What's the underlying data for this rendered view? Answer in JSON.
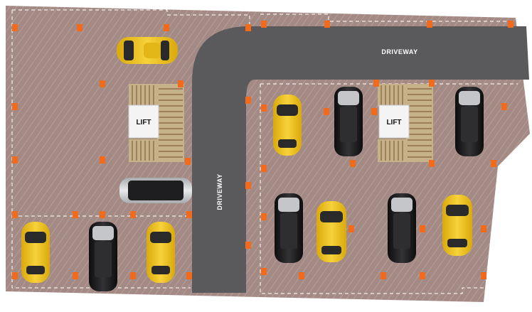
{
  "labels": {
    "driveway_horizontal": "DRIVEWAY",
    "driveway_vertical": "DRIVEWAY",
    "lift_left": "LIFT",
    "lift_right": "LIFT"
  },
  "colors": {
    "ground": "#a48a84",
    "road": "#5a5a5c",
    "bollard": "#f26b1d",
    "car_yellow": "#f0c419",
    "car_black": "#1d1d1f",
    "car_silver": "#c9cacc",
    "stairs": "#c7b189",
    "lift_box": "#f4f4f4",
    "dash": "#ffffff"
  },
  "cars": [
    {
      "name": "yellow-car-top",
      "color": "yellow"
    },
    {
      "name": "yellow-car-a",
      "color": "yellow"
    },
    {
      "name": "black-car-a",
      "color": "black"
    },
    {
      "name": "black-car-b",
      "color": "black"
    },
    {
      "name": "black-car-c",
      "color": "black"
    },
    {
      "name": "yellow-car-b",
      "color": "yellow"
    },
    {
      "name": "black-car-d",
      "color": "black"
    },
    {
      "name": "yellow-car-c",
      "color": "yellow"
    },
    {
      "name": "silver-car-side",
      "color": "silver"
    },
    {
      "name": "yellow-car-d",
      "color": "yellow"
    },
    {
      "name": "black-car-e",
      "color": "black"
    },
    {
      "name": "yellow-car-e",
      "color": "yellow"
    }
  ],
  "icons": [
    "lift-icon",
    "stairs-icon",
    "bollard-icon",
    "car-icon"
  ]
}
